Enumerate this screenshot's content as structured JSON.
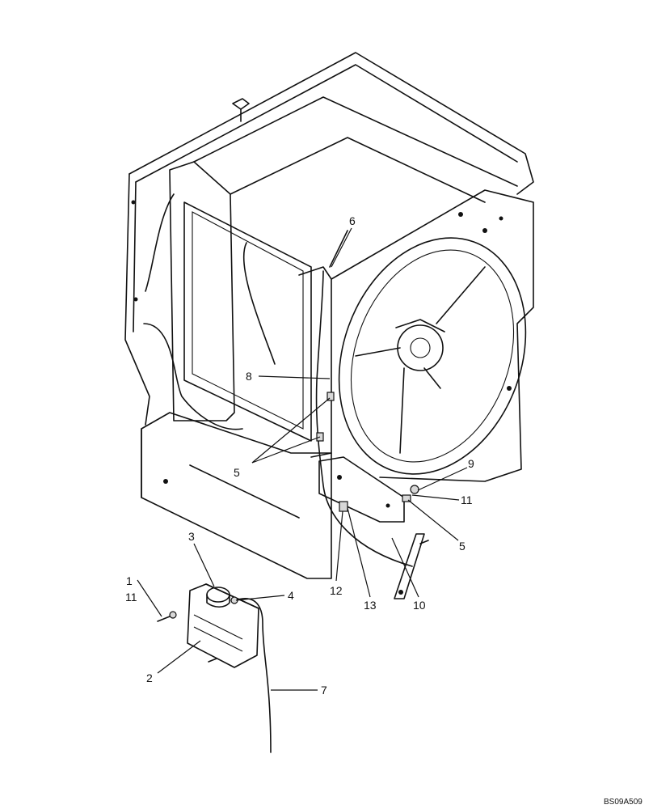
{
  "callouts": {
    "c1": "1",
    "c11a": "11",
    "c2": "2",
    "c3": "3",
    "c4": "4",
    "c5a": "5",
    "c5b": "5",
    "c6": "6",
    "c7": "7",
    "c8": "8",
    "c9": "9",
    "c10": "10",
    "c11b": "11",
    "c12": "12",
    "c13": "13"
  },
  "drawing_code": "BS09A509"
}
